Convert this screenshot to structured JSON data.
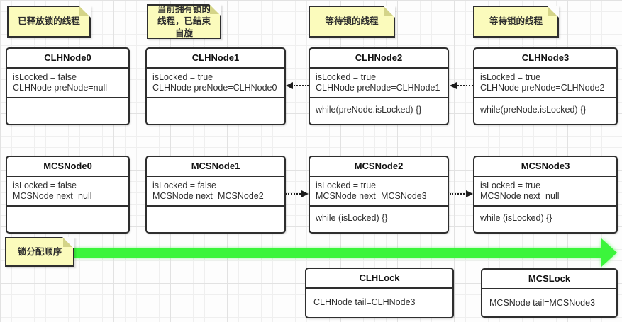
{
  "notes": [
    {
      "text": "已释放锁的线程"
    },
    {
      "text": "当前拥有锁的线程，已结束自旋"
    },
    {
      "text": "等待锁的线程"
    },
    {
      "text": "等待锁的线程"
    },
    {
      "text": "锁分配顺序"
    }
  ],
  "clh_nodes": [
    {
      "title": "CLHNode0",
      "fields": [
        "isLocked = false",
        "CLHNode preNode=null"
      ],
      "method": ""
    },
    {
      "title": "CLHNode1",
      "fields": [
        "isLocked = true",
        "CLHNode preNode=CLHNode0"
      ],
      "method": ""
    },
    {
      "title": "CLHNode2",
      "fields": [
        "isLocked = true",
        "CLHNode preNode=CLHNode1"
      ],
      "method": "while(preNode.isLocked) {}"
    },
    {
      "title": "CLHNode3",
      "fields": [
        "isLocked = true",
        "CLHNode preNode=CLHNode2"
      ],
      "method": "while(preNode.isLocked) {}"
    }
  ],
  "mcs_nodes": [
    {
      "title": "MCSNode0",
      "fields": [
        "isLocked = false",
        "MCSNode next=null"
      ],
      "method": ""
    },
    {
      "title": "MCSNode1",
      "fields": [
        "isLocked = false",
        "MCSNode next=MCSNode2"
      ],
      "method": ""
    },
    {
      "title": "MCSNode2",
      "fields": [
        "isLocked = true",
        "MCSNode next=MCSNode3"
      ],
      "method": "while (isLocked) {}"
    },
    {
      "title": "MCSNode3",
      "fields": [
        "isLocked = true",
        "MCSNode next=null"
      ],
      "method": "while (isLocked) {}"
    }
  ],
  "locks": [
    {
      "title": "CLHLock",
      "field": "CLHNode tail=CLHNode3"
    },
    {
      "title": "MCSLock",
      "field": "MCSNode tail=MCSNode3"
    }
  ],
  "colors": {
    "note_fill": "#fbfbbc",
    "note_fold": "#d4d488",
    "outline": "#2e2e2e",
    "flow_arrow_green": "#3bf53b"
  }
}
